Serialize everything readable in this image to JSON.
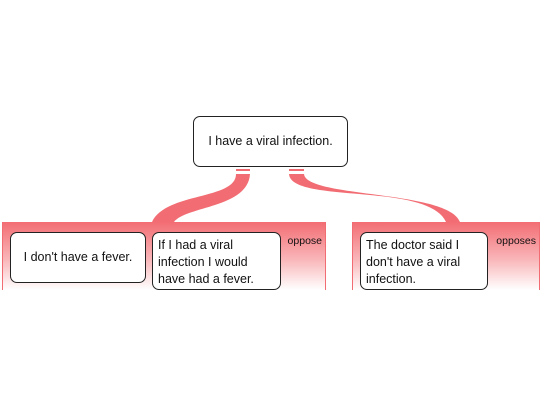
{
  "claim": {
    "text": "I have a viral infection."
  },
  "objections": [
    {
      "label": "oppose",
      "premises": [
        {
          "text": "I don't have a fever."
        },
        {
          "text": "If I had a viral infection I would have had a fever."
        }
      ]
    },
    {
      "label": "opposes",
      "premises": [
        {
          "text": "The doctor said I don't have a viral infection."
        }
      ]
    }
  ],
  "colors": {
    "objection": "#f26d73",
    "objection_fade": "#f9b6b9",
    "node_border": "#222222"
  }
}
